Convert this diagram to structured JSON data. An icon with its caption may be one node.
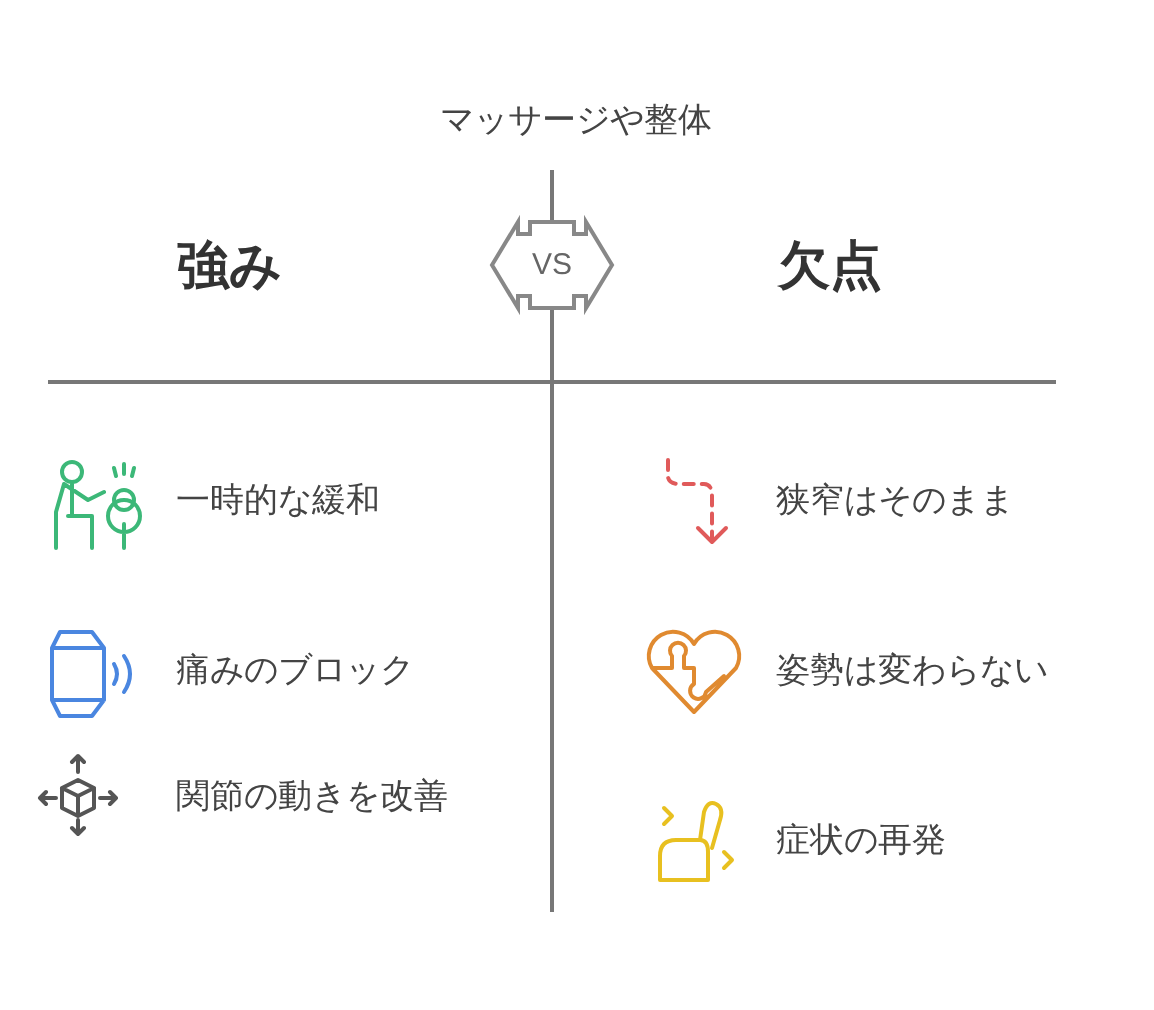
{
  "diagram": {
    "title": "マッサージや整体",
    "nodes": [
      {
        "text": [
          "VS"
        ]
      }
    ],
    "labels": [
      "強み",
      "欠点",
      "一時的な緩和",
      "狭窄はそのまま",
      "痛みのブロック",
      "姿勢は変わらない",
      "関節の動きを改善",
      "症状の再発"
    ]
  }
}
